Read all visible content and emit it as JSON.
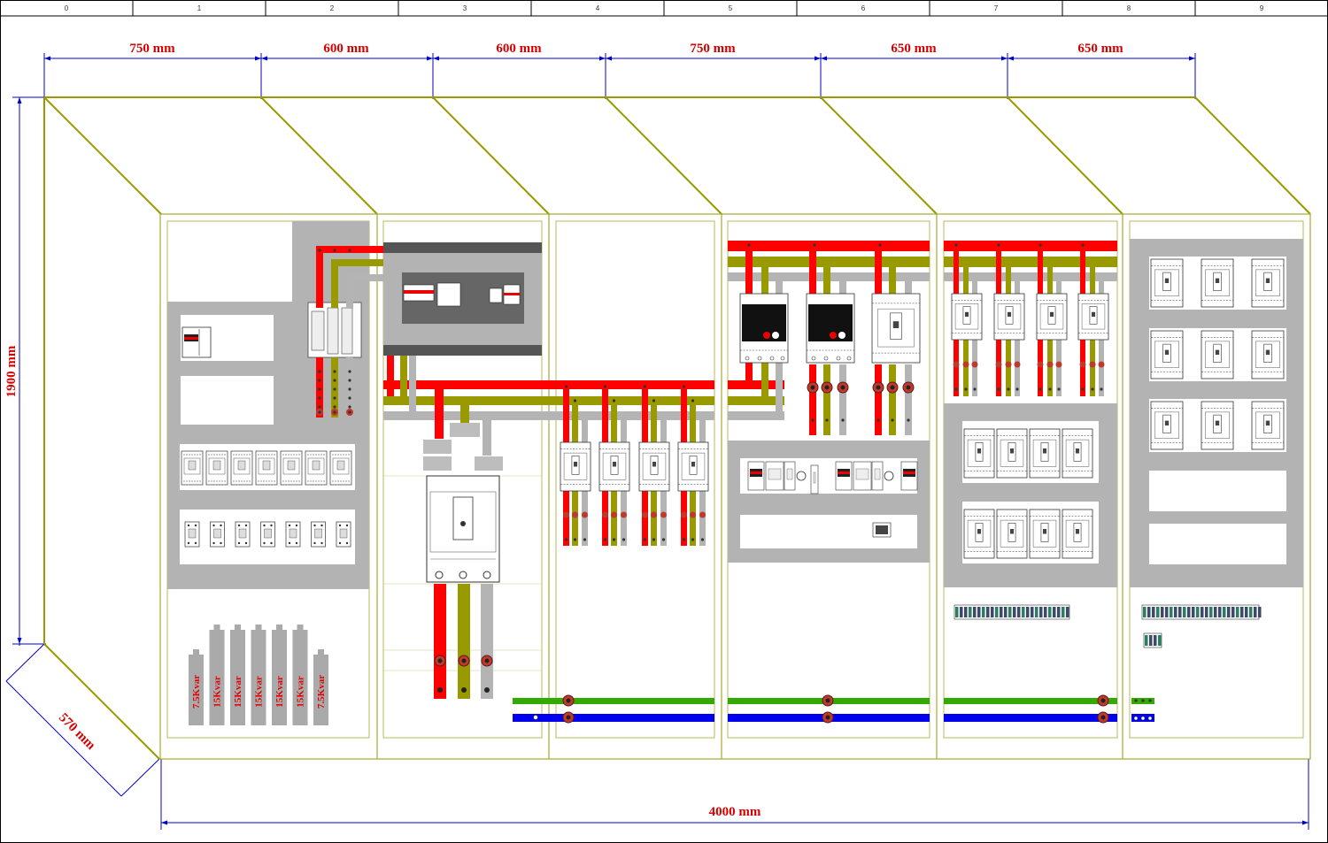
{
  "ruler": {
    "ticks": [
      "0",
      "1",
      "2",
      "3",
      "4",
      "5",
      "6",
      "7",
      "8",
      "9"
    ]
  },
  "dimensions": {
    "section_widths": [
      "750 mm",
      "600 mm",
      "600 mm",
      "750 mm",
      "650 mm",
      "650 mm"
    ],
    "height": "1900 mm",
    "depth": "570 mm",
    "total_width": "4000 mm"
  },
  "capacitors": {
    "labels": [
      "7.5Kvar",
      "15Kvar",
      "15Kvar",
      "15Kvar",
      "15Kvar",
      "15Kvar",
      "7.5Kvar"
    ]
  },
  "colors": {
    "phase_l1": "#ff0000",
    "phase_l2": "#999900",
    "phase_l3": "#b4b4b4",
    "earth": "#33aa00",
    "neutral": "#0000ee",
    "frame": "#999900",
    "dimension_line": "#0000cc",
    "dimension_text": "#d60000",
    "mount_plate": "#b3b3b3"
  }
}
